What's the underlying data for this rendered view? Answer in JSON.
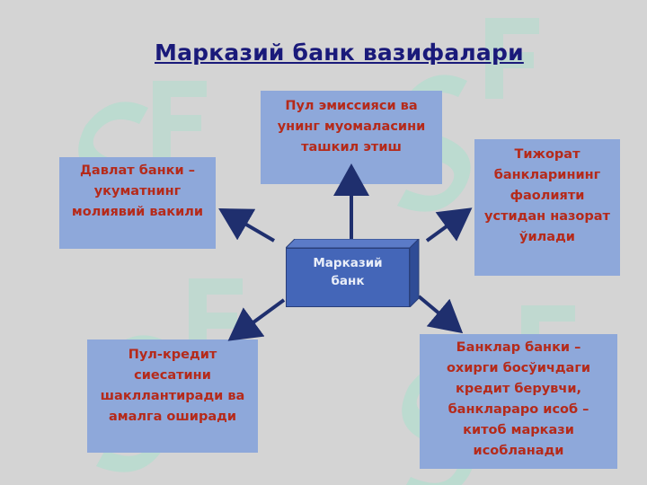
{
  "title": "Марказий банк вазифалари",
  "center": [
    "Марказий",
    "банк"
  ],
  "boxes": {
    "top": [
      "Пул эмиссияси ва",
      "унинг муомаласини",
      "ташкил этиш"
    ],
    "left": [
      "Давлат банки –",
      "укуматнинг",
      "молиявий вакили"
    ],
    "right": [
      "Тижорат",
      "банкларининг",
      "фаолияти",
      "устидан назорат",
      "ўилади"
    ],
    "bottom_left": [
      "Пул-кредит",
      "сиесатини",
      "шакллантиради ва",
      "амалга оширади"
    ],
    "bottom_right": [
      "Банклар банки –",
      "охирги босўичдаги",
      "кредит берувчи,",
      "банклараро  исоб –",
      "китоб маркази",
      "исобланади"
    ]
  },
  "colors": {
    "box_fill": "#8ea8da",
    "box_text": "#b52a1a",
    "center_fill": "#4466b8",
    "arrow": "#1f2f6e",
    "title": "#1a1a7a"
  }
}
